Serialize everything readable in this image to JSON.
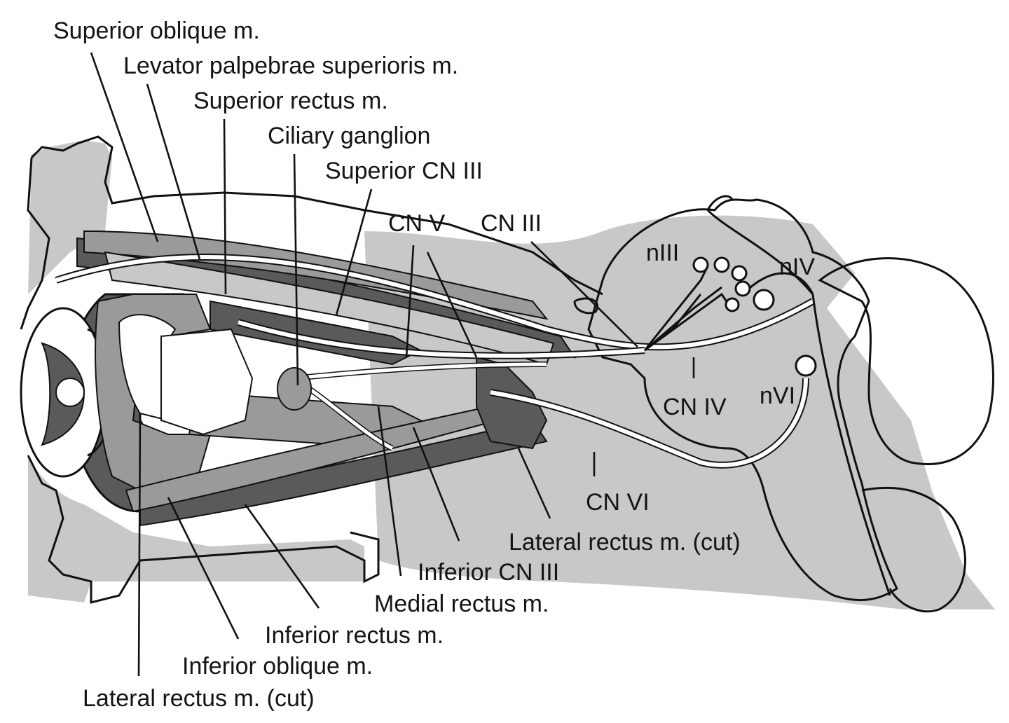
{
  "labels": {
    "superior_oblique": "Superior oblique m.",
    "levator_palpebrae": "Levator palpebrae superioris m.",
    "superior_rectus": "Superior rectus m.",
    "ciliary_ganglion": "Ciliary ganglion",
    "superior_cn3": "Superior CN III",
    "cn5": "CN V",
    "cn3": "CN III",
    "n3": "nIII",
    "n4": "nIV",
    "n6": "nVI",
    "cn4": "CN IV",
    "cn6": "CN VI",
    "lateral_rectus_cut_right": "Lateral rectus m. (cut)",
    "inferior_cn3": "Inferior CN III",
    "medial_rectus": "Medial rectus m.",
    "inferior_rectus": "Inferior rectus m.",
    "inferior_oblique": "Inferior oblique m.",
    "lateral_rectus_cut_left": "Lateral rectus m. (cut)"
  },
  "colors": {
    "background": "#ffffff",
    "light_gray": "#c8c8c8",
    "mid_gray": "#9a9a9a",
    "dark_gray": "#5a5a5a",
    "line": "#111111"
  }
}
